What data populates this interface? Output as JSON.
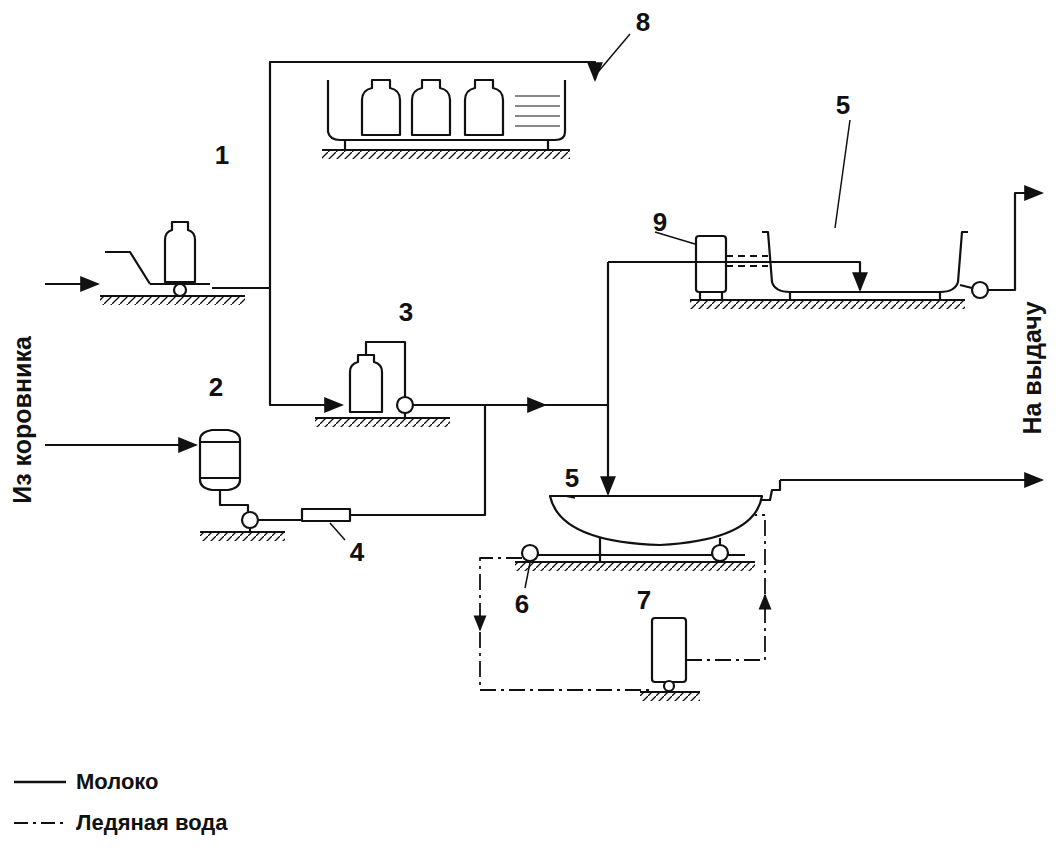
{
  "diagram": {
    "labels": [
      "Из коровника",
      "На выдачу",
      "1",
      "2",
      "3",
      "4",
      "5",
      "5",
      "6",
      "7",
      "8",
      "9"
    ],
    "legend": [
      {
        "text": "Молоко"
      },
      {
        "text": "Ледяная вода"
      }
    ]
  }
}
